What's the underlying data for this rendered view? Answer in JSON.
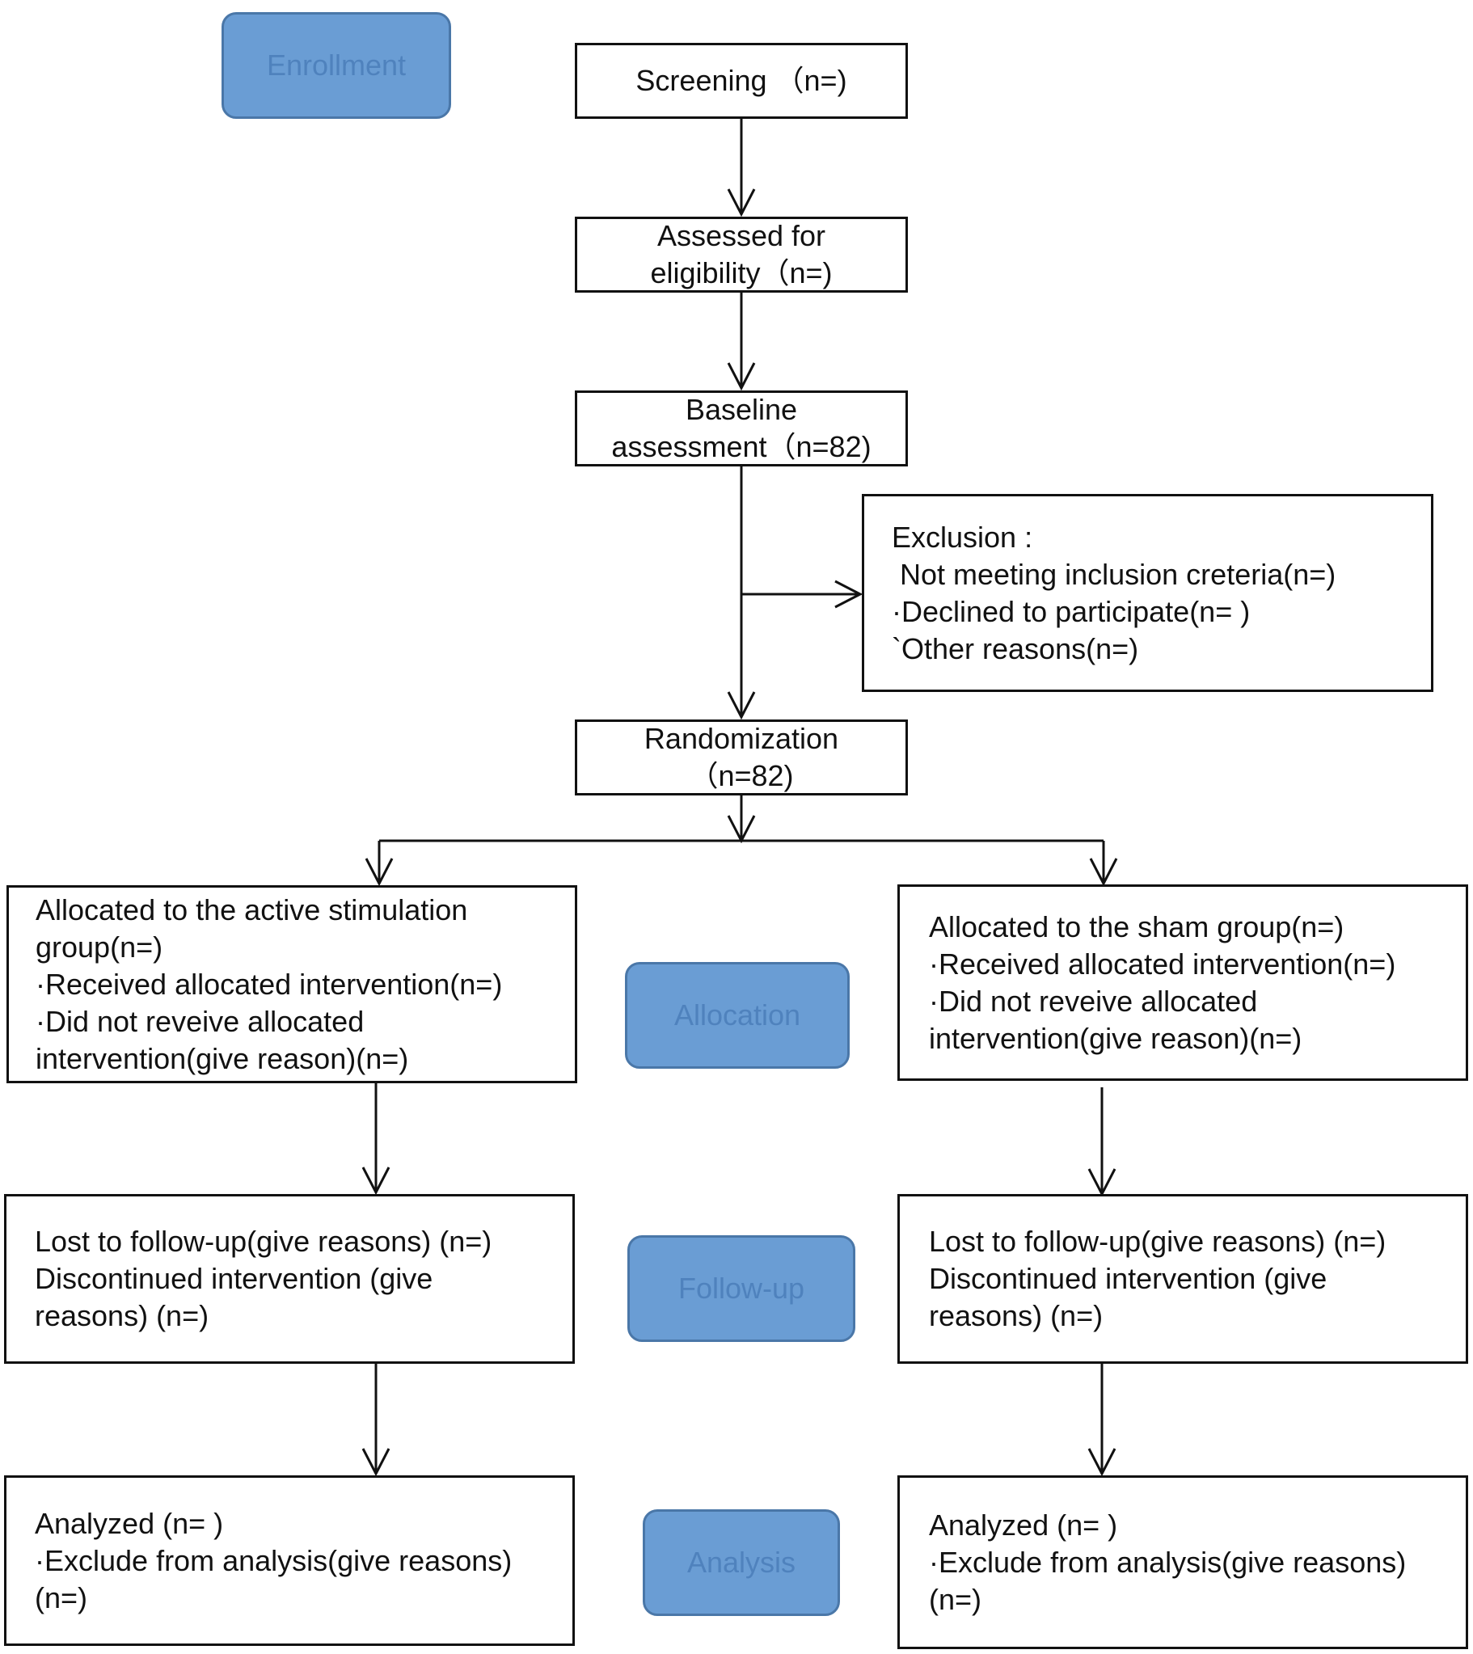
{
  "stages": {
    "enrollment": "Enrollment",
    "allocation": "Allocation",
    "follow_up": "Follow-up",
    "analysis": "Analysis"
  },
  "flow": {
    "screening": {
      "label": "Screening （n=)"
    },
    "assessed": {
      "lines": [
        "Assessed for",
        "eligibility（n=)"
      ]
    },
    "baseline": {
      "lines": [
        "Baseline",
        "assessment（n=82)"
      ]
    },
    "exclusion": {
      "lines": [
        "Exclusion :",
        " Not meeting inclusion creteria(n=)",
        "·Declined to participate(n= )",
        "`Other reasons(n=)"
      ]
    },
    "randomization": {
      "lines": [
        "Randomization",
        "（n=82)"
      ]
    }
  },
  "arms": {
    "active": {
      "allocated": [
        "Allocated to the active stimulation",
        "group(n=)",
        "·Received allocated intervention(n=)",
        "·Did not reveive allocated",
        "intervention(give reason)(n=)"
      ],
      "follow_up": [
        "Lost to follow-up(give reasons) (n=)",
        "Discontinued intervention (give",
        "reasons) (n=)"
      ],
      "analysis": [
        "Analyzed (n= )",
        "·Exclude from analysis(give reasons)",
        "(n=)"
      ]
    },
    "sham": {
      "allocated": [
        "Allocated to the sham group(n=)",
        "·Received allocated intervention(n=)",
        "·Did not reveive allocated",
        "intervention(give reason)(n=)"
      ],
      "follow_up": [
        "Lost to follow-up(give reasons) (n=)",
        "Discontinued intervention (give",
        "reasons) (n=)"
      ],
      "analysis": [
        "Analyzed (n= )",
        "·Exclude from analysis(give reasons)",
        "(n=)"
      ]
    }
  },
  "colors": {
    "stage_fill": "#6a9dd4",
    "stage_border": "#4a77a8",
    "stage_text": "#4f82bd",
    "line": "#111111"
  }
}
